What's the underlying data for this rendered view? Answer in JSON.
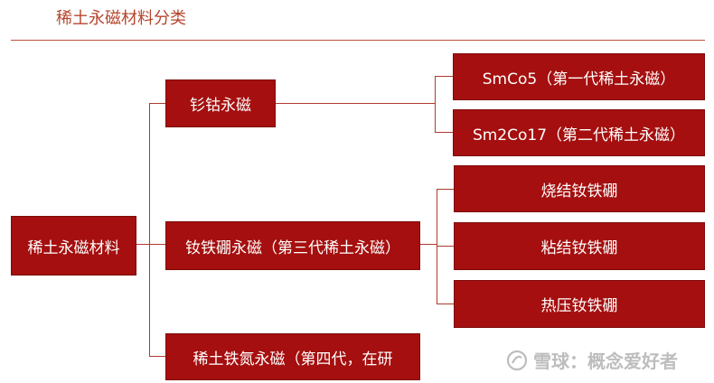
{
  "title": "稀土永磁材料分类",
  "root": {
    "label": "稀土永磁材料"
  },
  "level1": [
    {
      "label": "钐钴永磁"
    },
    {
      "label": "钕铁硼永磁（第三代稀土永磁）"
    },
    {
      "label": "稀土铁氮永磁（第四代，在研"
    }
  ],
  "smco_children": [
    {
      "label": "SmCo5（第一代稀土永磁）"
    },
    {
      "label": "Sm2Co17（第二代稀土永磁）"
    }
  ],
  "ndfeb_children": [
    {
      "label": "烧结钕铁硼"
    },
    {
      "label": "粘结钕铁硼"
    },
    {
      "label": "热压钕铁硼"
    }
  ],
  "watermark": {
    "text": "雪球：概念爱好者",
    "icon": "snowball-logo-icon"
  },
  "colors": {
    "box": "#a50f0f",
    "line": "#b03a2e",
    "title": "#b5462e"
  }
}
